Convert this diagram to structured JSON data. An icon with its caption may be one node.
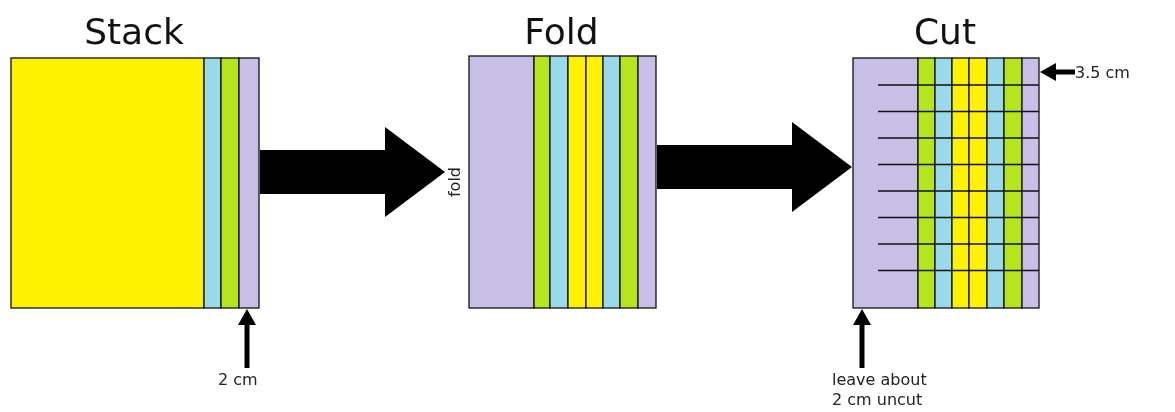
{
  "diagram": {
    "nodes": [
      {
        "text": [
          "Stack"
        ]
      },
      {
        "text": [
          "Fold"
        ],
        "beside": [
          "fold"
        ]
      },
      {
        "text": [
          "Cut"
        ]
      },
      {
        "text": [
          "2 cm"
        ]
      },
      {
        "text": [
          "3.5 cm"
        ]
      },
      {
        "text": [
          "leave about 2 cm uncut"
        ]
      }
    ],
    "edges": [
      {
        "from": 0,
        "to": 1,
        "arrow": "to",
        "style": "thick"
      },
      {
        "from": 1,
        "to": 2,
        "arrow": "to",
        "style": "thick"
      },
      {
        "from": 3,
        "to": 0,
        "arrow": "to"
      },
      {
        "from": 4,
        "to": 2,
        "arrow": "to"
      },
      {
        "from": 5,
        "to": 2,
        "arrow": "to"
      }
    ]
  }
}
